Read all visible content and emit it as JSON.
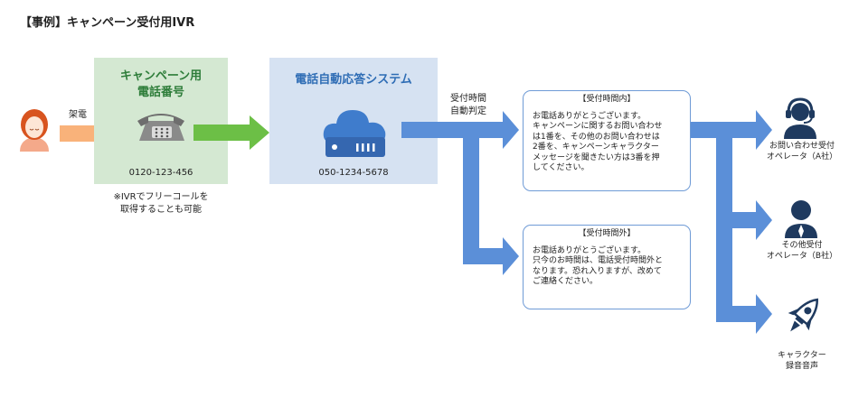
{
  "title": "【事例】キャンペーン受付用IVR",
  "caller": {
    "icon": "caller-person-icon",
    "call_label": "架電"
  },
  "number_box": {
    "title_line1": "キャンペーン用",
    "title_line2": "電話番号",
    "icon": "telephone-icon",
    "number": "0120-123-456",
    "note_line1": "※IVRでフリーコールを",
    "note_line2": "取得することも可能"
  },
  "system_box": {
    "title": "電話自動応答システム",
    "icon": "cloud-server-icon",
    "number": "050-1234-5678"
  },
  "routing_label_line1": "受付時間",
  "routing_label_line2": "自動判定",
  "msg_in": {
    "heading": "【受付時間内】",
    "lines": [
      "お電話ありがとうございます。",
      "キャンペーンに関するお問い合わせ",
      "は1番を、その他のお問い合わせは",
      "2番を、キャンペーンキャラクター",
      "メッセージを聞きたい方は3番を押",
      "してください。"
    ]
  },
  "msg_out": {
    "heading": "【受付時間外】",
    "lines": [
      "お電話ありがとうございます。",
      "只今のお時間は、電話受付時間外と",
      "なります。恐れ入りますが、改めて",
      "ご連絡ください。"
    ]
  },
  "dest_a": {
    "icon": "headset-operator-icon",
    "line1": "お問い合わせ受付",
    "line2": "オペレータ（A社）"
  },
  "dest_b": {
    "icon": "operator-person-icon",
    "line1": "その他受付",
    "line2": "オペレータ（B社）"
  },
  "dest_c": {
    "icon": "rocket-icon",
    "line1": "キャラクター",
    "line2": "録音音声"
  },
  "colors": {
    "orange_arrow": "#f9b27a",
    "green_arrow": "#6cbf46",
    "blue_arrow": "#5b8fd8",
    "green_box": "#d4e8d2",
    "blue_box": "#d6e2f2",
    "dark": "#1f3a5f"
  }
}
